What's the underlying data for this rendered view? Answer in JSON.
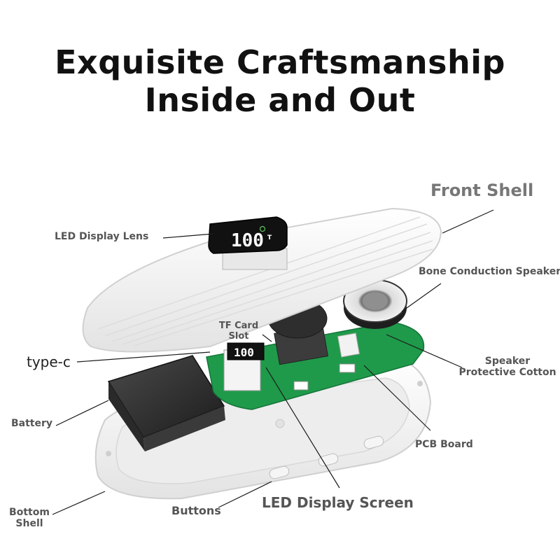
{
  "heading": {
    "line1": "Exquisite Craftsmanship",
    "line2": "Inside and Out"
  },
  "display_readout": "100",
  "display_unit": "T",
  "labels": {
    "front_shell": "Front Shell",
    "led_display_lens": "LED Display Lens",
    "bone_conduction_speaker": "Bone Conduction Speaker",
    "tf_card_slot_1": "TF Card",
    "tf_card_slot_2": "Slot",
    "type_c": "type-c",
    "speaker_cotton_1": "Speaker",
    "speaker_cotton_2": "Protective Cotton",
    "battery": "Battery",
    "pcb_board": "PCB Board",
    "bottom_shell_1": "Bottom",
    "bottom_shell_2": "Shell",
    "buttons": "Buttons",
    "led_display_screen": "LED Display Screen"
  },
  "colors": {
    "pcb_green": "#1f9a4a",
    "shell_white": "#f4f4f4",
    "battery_dark": "#2b2b2b",
    "display_black": "#111111"
  }
}
